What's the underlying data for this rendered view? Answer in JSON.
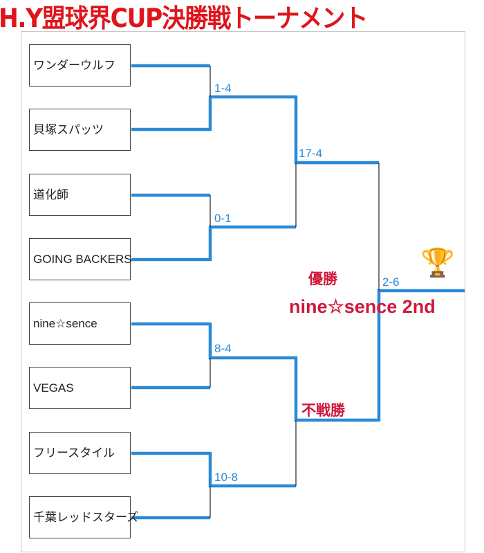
{
  "title": "H.Y盟球界CUP決勝戦トーナメント",
  "teams": [
    "ワンダーウルフ",
    "貝塚スパッツ",
    "道化師",
    "GOING BACKERS",
    "nine☆sence",
    "VEGAS",
    "フリースタイル",
    "千葉レッドスターズ"
  ],
  "scores": {
    "r1_a": "1-4",
    "r1_b": "0-1",
    "r1_c": "8-4",
    "r1_d": "10-8",
    "semi_top": "17-4",
    "final": "2-6"
  },
  "winner_label": "優勝",
  "winner_team": "nine☆sence 2nd",
  "walkover_label": "不戦勝",
  "trophy_icon": "🏆",
  "colors": {
    "line_win": "#2a8ad8",
    "title": "#e0141b",
    "winner": "#d0183c"
  }
}
